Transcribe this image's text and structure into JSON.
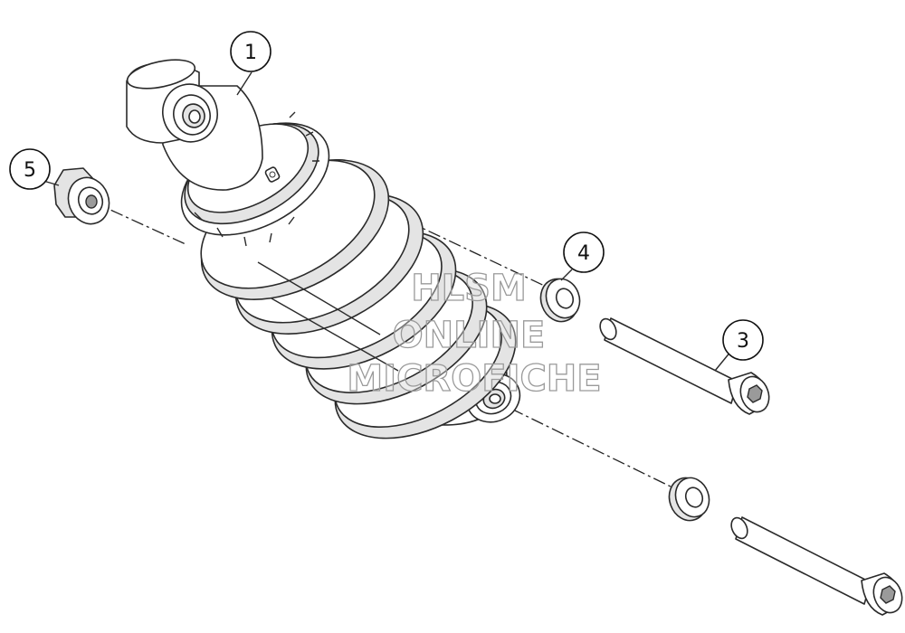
{
  "callouts": [
    {
      "label": "1"
    },
    {
      "label": "5"
    },
    {
      "label": "4"
    },
    {
      "label": "3"
    }
  ],
  "watermark": {
    "line1": "HLSM",
    "line2": "ONLINE",
    "line3": "MICROFICHE",
    "color": "#9a9a9a"
  },
  "colors": {
    "line": "#2a2a2a",
    "shade": "#e4e4e4",
    "background": "#ffffff"
  }
}
